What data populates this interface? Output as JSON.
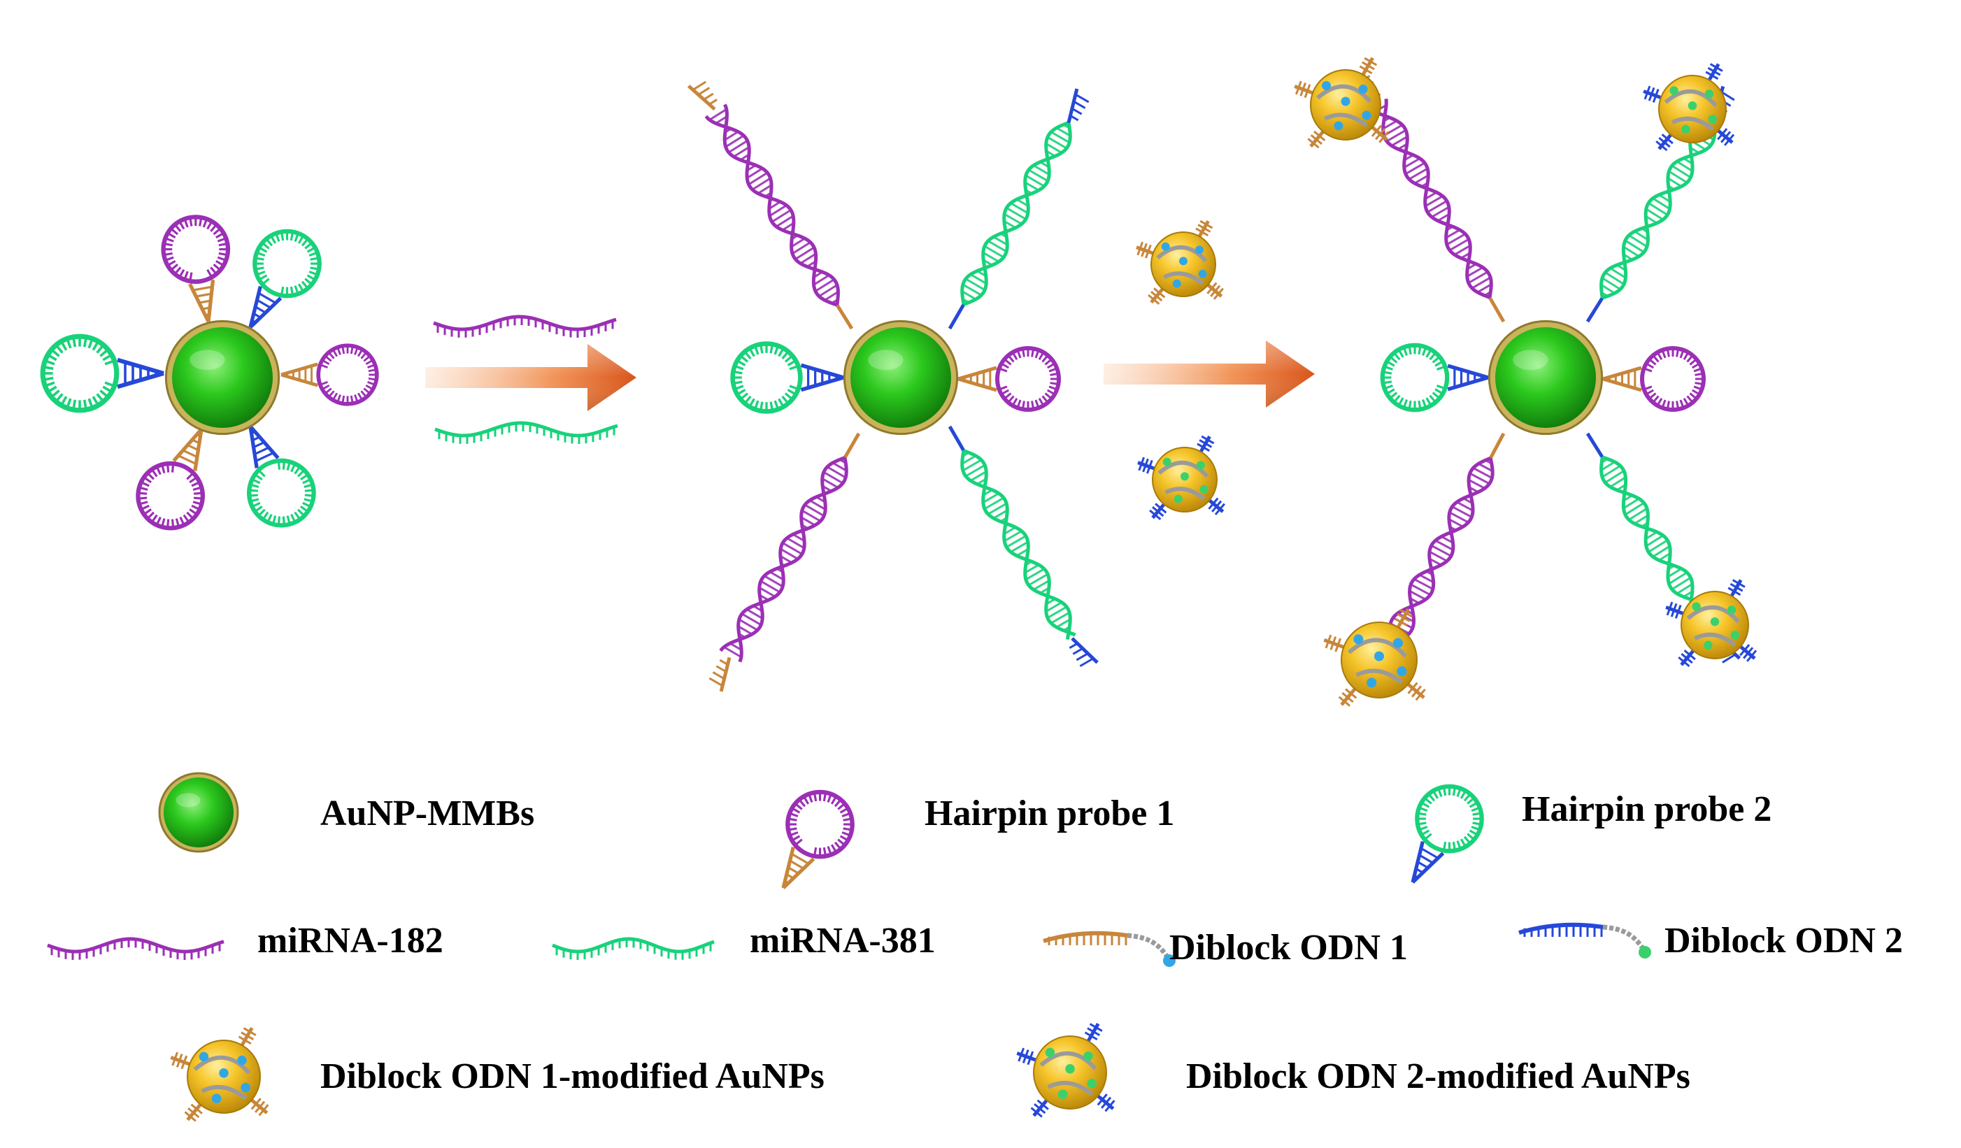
{
  "colors": {
    "mmb_green": "#2bc81d",
    "mmb_rim": "#b9a44e",
    "probe1_purple": "#9b2fb5",
    "probe2_green": "#18d27a",
    "stem_orange": "#c8863a",
    "stem_blue": "#2648d8",
    "auNP_gold": "#f2bc1e",
    "linker_gray": "#9a9a9a",
    "dot_blue": "#31a6e6",
    "dot_green": "#3ad16c",
    "arrow_orange": "#e06a28"
  },
  "icons": {
    "mmb": "gold-rimmed-green-bead",
    "hairpin1": "purple-hairpin-loop",
    "hairpin2": "green-hairpin-loop",
    "mirna": "wavy-strand",
    "diblock": "bicolor-strand-with-dot",
    "auNP": "gold-nanoparticle"
  },
  "legend": {
    "aunp_mmbs": "AuNP-MMBs",
    "hairpin_probe_1": "Hairpin probe 1",
    "hairpin_probe_2": "Hairpin probe 2",
    "mirna_182": "miRNA-182",
    "mirna_381": "miRNA-381",
    "diblock_odn_1": "Diblock ODN 1",
    "diblock_odn_2": "Diblock ODN 2",
    "diblock_odn_1_aunps": "Diblock ODN 1-modified AuNPs",
    "diblock_odn_2_aunps": "Diblock ODN 2-modified AuNPs"
  }
}
